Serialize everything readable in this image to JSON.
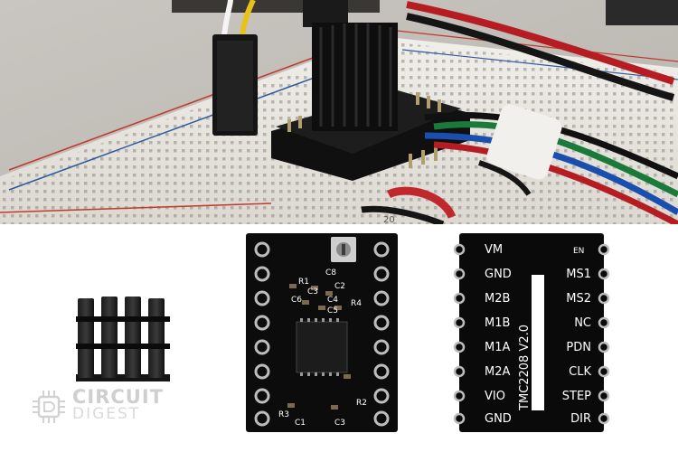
{
  "photo": {
    "breadboard_numbers": [
      "20"
    ]
  },
  "front_board": {
    "silkscreen_labels": [
      "C6",
      "C8",
      "R1",
      "C2",
      "C3",
      "C4",
      "C5",
      "R4",
      "R2",
      "R3",
      "C1",
      "C3"
    ]
  },
  "back_board": {
    "left_pins": [
      "VM",
      "GND",
      "M2B",
      "M1B",
      "M1A",
      "M2A",
      "VIO",
      "GND"
    ],
    "right_pins": [
      "EN",
      "MS1",
      "MS2",
      "NC",
      "PDN",
      "CLK",
      "STEP",
      "DIR"
    ],
    "model_text": "TMC2208 V2.0"
  },
  "logo": {
    "line1": "CIRCUIT",
    "line2": "DIGEST"
  }
}
